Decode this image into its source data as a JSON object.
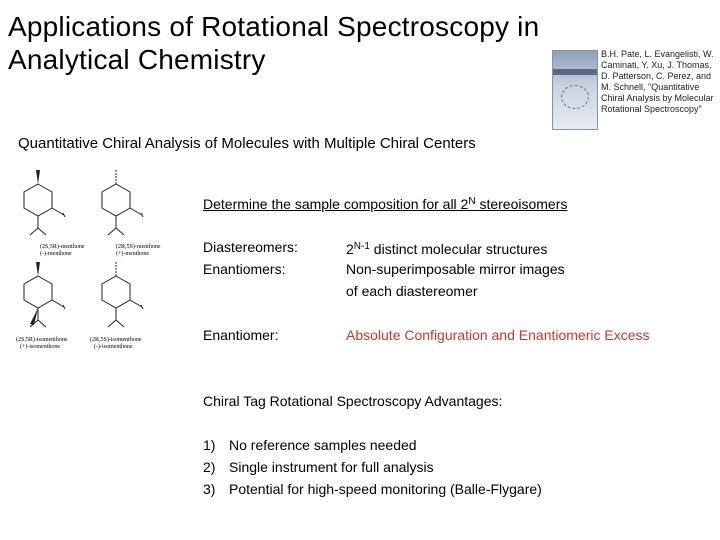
{
  "slide": {
    "title": "Applications of Rotational Spectroscopy in Analytical Chemistry",
    "citation": "B.H. Pate, L. Evangelisti, W. Caminati, Y. Xu, J. Thomas, D. Patterson, C. Perez, and M. Schnell, \"Quantitative Chiral Analysis by Molecular Rotational Spectroscopy\"",
    "subtitle": "Quantitative Chiral Analysis of Molecules with Multiple Chiral Centers",
    "heading_main": "Determine the sample composition for all 2",
    "heading_sup": "N",
    "heading_tail": " stereoisomers",
    "diastereomers_term": "Diastereomers:",
    "diastereomers_def_base": "2",
    "diastereomers_def_sup": "N-1",
    "diastereomers_def_tail": " distinct molecular structures",
    "enantiomers_term": "Enantiomers:",
    "enantiomers_def_line1": "Non-superimposable mirror images",
    "enantiomers_def_line2": "of each diastereomer",
    "enantiomer_term": "Enantiomer:",
    "enantiomer_def": "Absolute Configuration and Enantiomeric Excess",
    "accent_color": "#c0392b",
    "advantages_heading": "Chiral Tag Rotational Spectroscopy Advantages:",
    "advantages": [
      {
        "num": "1)",
        "text": "No reference samples needed"
      },
      {
        "num": "2)",
        "text": "Single instrument for full analysis"
      },
      {
        "num": "3)",
        "text": "Potential for high-speed monitoring (Balle-Flygare)"
      }
    ],
    "molecule_captions": [
      {
        "line1": "(2S,5R)-menthone",
        "line2": "(-)-menthone"
      },
      {
        "line1": "(2R,5S)-menthone",
        "line2": "(+)-menthone"
      },
      {
        "line1": "(2S,5R)-isomenthone",
        "line2": "(+)-isomenthone"
      },
      {
        "line1": "(2R,5S)-isomenthone",
        "line2": "(-)-isomenthone"
      }
    ]
  }
}
